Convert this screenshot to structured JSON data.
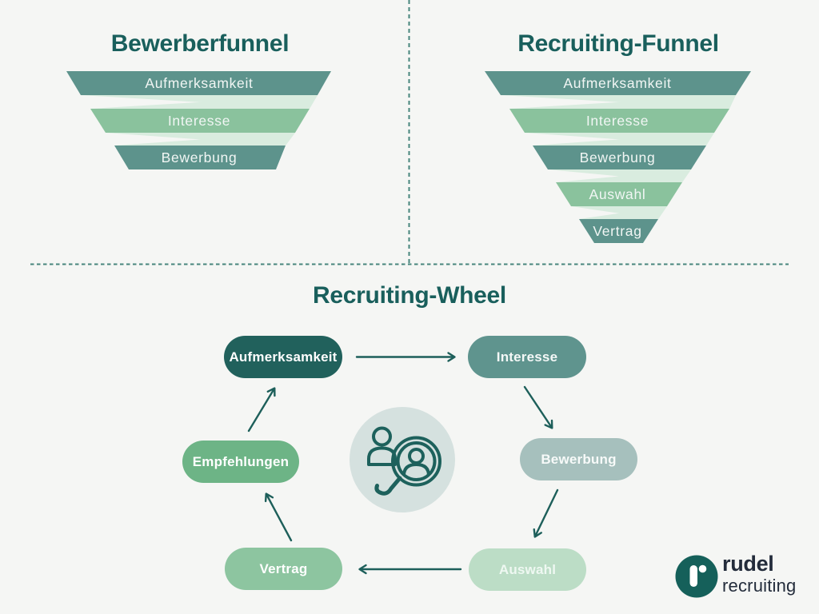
{
  "page": {
    "background": "#f5f6f4"
  },
  "titles": {
    "left_funnel": "Bewerberfunnel",
    "right_funnel": "Recruiting-Funnel",
    "wheel": "Recruiting-Wheel",
    "color": "#195f5c"
  },
  "left_funnel": {
    "tiers": [
      {
        "label": "Aufmerksamkeit",
        "color": "#5d938c"
      },
      {
        "label": "Interesse",
        "color": "#8ac29d"
      },
      {
        "label": "Bewerbung",
        "color": "#5d938c"
      }
    ]
  },
  "right_funnel": {
    "tiers": [
      {
        "label": "Aufmerksamkeit",
        "color": "#5d938c"
      },
      {
        "label": "Interesse",
        "color": "#8ac29d"
      },
      {
        "label": "Bewerbung",
        "color": "#5d938c"
      },
      {
        "label": "Auswahl",
        "color": "#8ac29d"
      },
      {
        "label": "Vertrag",
        "color": "#5d938c"
      }
    ]
  },
  "wheel": {
    "steps": [
      {
        "label": "Aufmerksamkeit",
        "color": "#21615c",
        "text_color": "#ffffff"
      },
      {
        "label": "Interesse",
        "color": "#5f948e",
        "text_color": "#f4f8f7"
      },
      {
        "label": "Bewerbung",
        "color": "#a6c0bd",
        "text_color": "#f7faf9"
      },
      {
        "label": "Auswahl",
        "color": "#bcddc6",
        "text_color": "#eff8f2"
      },
      {
        "label": "Vertrag",
        "color": "#8dc5a0",
        "text_color": "#ffffff"
      },
      {
        "label": "Empfehlungen",
        "color": "#6db486",
        "text_color": "#ffffff"
      }
    ],
    "center_icon": "person-search-icon"
  },
  "logo": {
    "name": "rudel",
    "tagline": "recruiting",
    "mark_color": "#15605a",
    "text_color": "#232c3b"
  },
  "colors": {
    "funnel_wedge": "#d9ecdf",
    "tier_text": "#f1f6f4",
    "arrow": "#1d5f5a",
    "divider": "#47857d",
    "center_circle": "#d5e1df",
    "icon_stroke": "#1d615c"
  }
}
